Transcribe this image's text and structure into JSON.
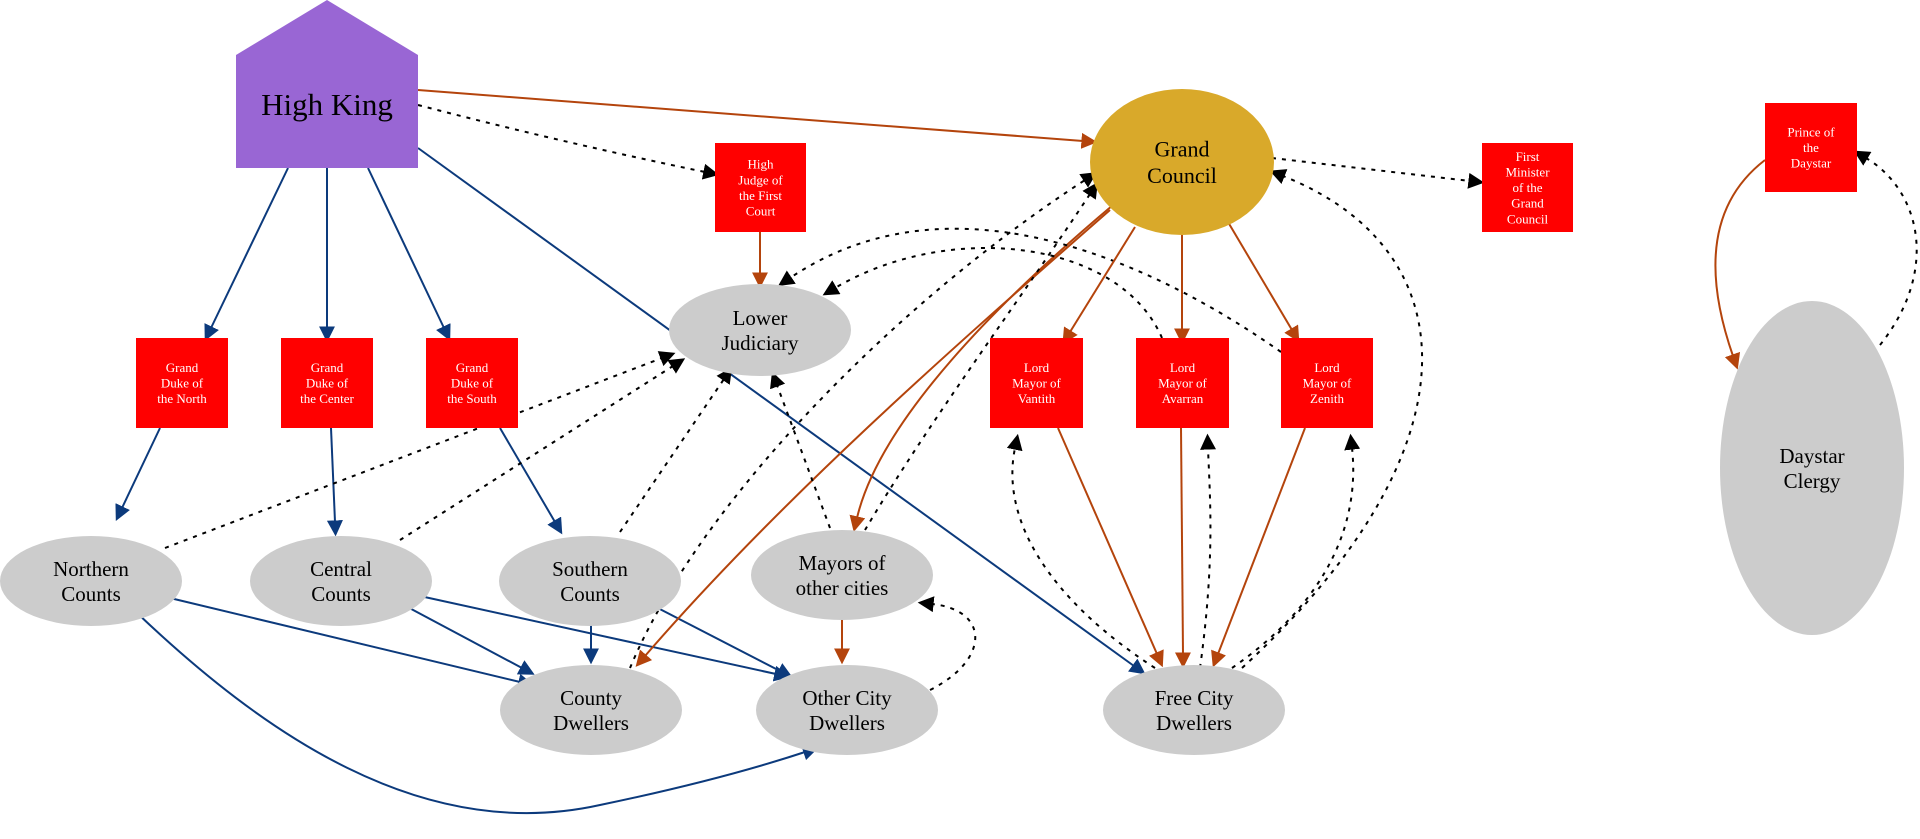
{
  "colors": {
    "royal": "#9966d4",
    "council": "#d9a92a",
    "office": "#ff0000",
    "people": "#cccccc",
    "navy": "#0c3a7c",
    "brown": "#b4440c",
    "dotted": "#000000"
  },
  "nodes": {
    "high_king": {
      "lines": [
        "High King"
      ],
      "kind": "royal"
    },
    "grand_council": {
      "lines": [
        "Grand",
        "Council"
      ],
      "kind": "council"
    },
    "high_judge": {
      "lines": [
        "High",
        "Judge of",
        "the First",
        "Court"
      ],
      "kind": "office"
    },
    "first_minister": {
      "lines": [
        "First",
        "Minister",
        "of the",
        "Grand",
        "Council"
      ],
      "kind": "office"
    },
    "prince_daystar": {
      "lines": [
        "Prince of",
        "the",
        "Daystar"
      ],
      "kind": "office"
    },
    "lower_judiciary": {
      "lines": [
        "Lower",
        "Judiciary"
      ],
      "kind": "people"
    },
    "duke_north": {
      "lines": [
        "Grand",
        "Duke of",
        "the North"
      ],
      "kind": "office"
    },
    "duke_center": {
      "lines": [
        "Grand",
        "Duke of",
        "the Center"
      ],
      "kind": "office"
    },
    "duke_south": {
      "lines": [
        "Grand",
        "Duke of",
        "the South"
      ],
      "kind": "office"
    },
    "mayor_vantith": {
      "lines": [
        "Lord",
        "Mayor of",
        "Vantith"
      ],
      "kind": "office"
    },
    "mayor_avarran": {
      "lines": [
        "Lord",
        "Mayor of",
        "Avarran"
      ],
      "kind": "office"
    },
    "mayor_zenith": {
      "lines": [
        "Lord",
        "Mayor of",
        "Zenith"
      ],
      "kind": "office"
    },
    "daystar_clergy": {
      "lines": [
        "Daystar",
        "Clergy"
      ],
      "kind": "people"
    },
    "northern_counts": {
      "lines": [
        "Northern",
        "Counts"
      ],
      "kind": "people"
    },
    "central_counts": {
      "lines": [
        "Central",
        "Counts"
      ],
      "kind": "people"
    },
    "southern_counts": {
      "lines": [
        "Southern",
        "Counts"
      ],
      "kind": "people"
    },
    "mayors_other": {
      "lines": [
        "Mayors of",
        "other cities"
      ],
      "kind": "people"
    },
    "county_dwellers": {
      "lines": [
        "County",
        "Dwellers"
      ],
      "kind": "people"
    },
    "other_city_dwellers": {
      "lines": [
        "Other City",
        "Dwellers"
      ],
      "kind": "people"
    },
    "free_city_dwellers": {
      "lines": [
        "Free City",
        "Dwellers"
      ],
      "kind": "people"
    }
  },
  "edges": [
    {
      "from": "high_king",
      "to": "grand_council",
      "style": "brown"
    },
    {
      "from": "high_king",
      "to": "high_judge",
      "style": "dotted"
    },
    {
      "from": "high_king",
      "to": "duke_north",
      "style": "navy"
    },
    {
      "from": "high_king",
      "to": "duke_center",
      "style": "navy"
    },
    {
      "from": "high_king",
      "to": "duke_south",
      "style": "navy"
    },
    {
      "from": "high_king",
      "to": "free_city_dwellers",
      "style": "navy"
    },
    {
      "from": "high_judge",
      "to": "lower_judiciary",
      "style": "brown"
    },
    {
      "from": "duke_north",
      "to": "northern_counts",
      "style": "navy"
    },
    {
      "from": "duke_center",
      "to": "central_counts",
      "style": "navy"
    },
    {
      "from": "duke_south",
      "to": "southern_counts",
      "style": "navy"
    },
    {
      "from": "northern_counts",
      "to": "county_dwellers",
      "style": "navy"
    },
    {
      "from": "northern_counts",
      "to": "other_city_dwellers",
      "style": "navy"
    },
    {
      "from": "central_counts",
      "to": "county_dwellers",
      "style": "navy"
    },
    {
      "from": "central_counts",
      "to": "other_city_dwellers",
      "style": "navy"
    },
    {
      "from": "southern_counts",
      "to": "county_dwellers",
      "style": "navy"
    },
    {
      "from": "southern_counts",
      "to": "other_city_dwellers",
      "style": "navy"
    },
    {
      "from": "mayors_other",
      "to": "other_city_dwellers",
      "style": "brown"
    },
    {
      "from": "other_city_dwellers",
      "to": "mayors_other",
      "style": "dotted"
    },
    {
      "from": "grand_council",
      "to": "mayors_other",
      "style": "brown"
    },
    {
      "from": "grand_council",
      "to": "county_dwellers",
      "style": "brown"
    },
    {
      "from": "mayors_other",
      "to": "grand_council",
      "style": "dotted"
    },
    {
      "from": "county_dwellers",
      "to": "grand_council",
      "style": "dotted"
    },
    {
      "from": "northern_counts",
      "to": "lower_judiciary",
      "style": "dotted"
    },
    {
      "from": "central_counts",
      "to": "lower_judiciary",
      "style": "dotted"
    },
    {
      "from": "southern_counts",
      "to": "lower_judiciary",
      "style": "dotted"
    },
    {
      "from": "mayors_other",
      "to": "lower_judiciary",
      "style": "dotted"
    },
    {
      "from": "mayor_zenith",
      "to": "lower_judiciary",
      "style": "dotted"
    },
    {
      "from": "mayor_avarran",
      "to": "lower_judiciary",
      "style": "dotted"
    },
    {
      "from": "grand_council",
      "to": "mayor_vantith",
      "style": "brown"
    },
    {
      "from": "grand_council",
      "to": "mayor_avarran",
      "style": "brown"
    },
    {
      "from": "grand_council",
      "to": "mayor_zenith",
      "style": "brown"
    },
    {
      "from": "mayor_vantith",
      "to": "free_city_dwellers",
      "style": "brown"
    },
    {
      "from": "mayor_avarran",
      "to": "free_city_dwellers",
      "style": "brown"
    },
    {
      "from": "mayor_zenith",
      "to": "free_city_dwellers",
      "style": "brown"
    },
    {
      "from": "free_city_dwellers",
      "to": "mayor_vantith",
      "style": "dotted"
    },
    {
      "from": "free_city_dwellers",
      "to": "mayor_avarran",
      "style": "dotted"
    },
    {
      "from": "free_city_dwellers",
      "to": "mayor_zenith",
      "style": "dotted"
    },
    {
      "from": "free_city_dwellers",
      "to": "grand_council",
      "style": "dotted"
    },
    {
      "from": "grand_council",
      "to": "first_minister",
      "style": "dotted"
    },
    {
      "from": "prince_daystar",
      "to": "daystar_clergy",
      "style": "brown"
    },
    {
      "from": "daystar_clergy",
      "to": "prince_daystar",
      "style": "dotted"
    }
  ]
}
